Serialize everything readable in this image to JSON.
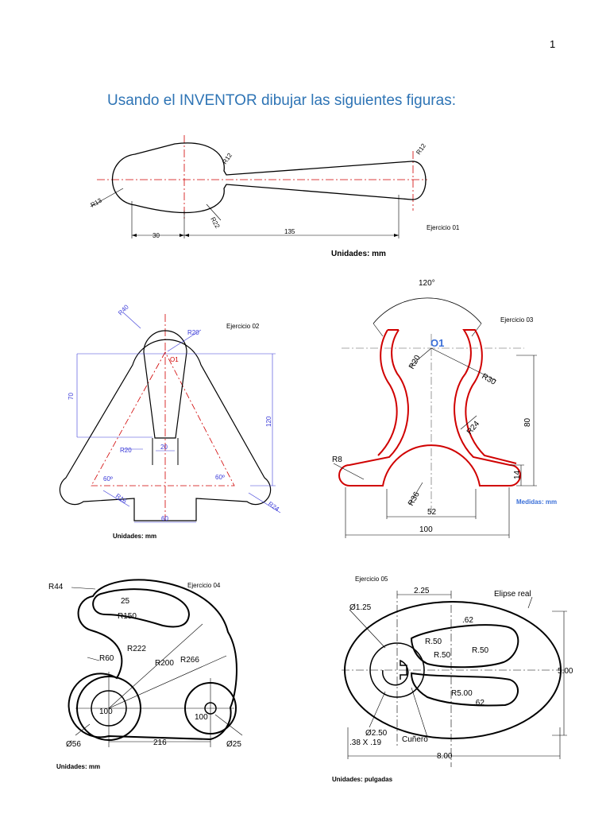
{
  "page": {
    "number": "1",
    "heading": "Usando el INVENTOR dibujar las siguientes figuras:"
  },
  "ex1": {
    "title": "Ejercicio 01",
    "units": "Unidades: mm",
    "r12a": "R12",
    "r12b": "R12",
    "r13": "R13",
    "r22": "R22",
    "d30": "30",
    "d135": "135"
  },
  "ex2": {
    "title": "Ejercicio 02",
    "units": "Unidades: mm",
    "r40": "R40",
    "r20top": "R20",
    "o1": "O1",
    "d70": "70",
    "d120": "120",
    "r20": "R20",
    "d20": "20",
    "a60l": "60º",
    "a60r": "60º",
    "r16": "R16",
    "r24": "R24",
    "d60": "60"
  },
  "ex3": {
    "title": "Ejercicio 03",
    "units": "Medidas: mm",
    "angle": "120°",
    "o1": "O1",
    "r20": "R20",
    "r30": "R30",
    "r24": "R24",
    "d80": "80",
    "r8": "R8",
    "d14": "14",
    "r36": "R36",
    "d52": "52",
    "d100": "100"
  },
  "ex4": {
    "title": "Ejercicio 04",
    "units": "Unidades: mm",
    "r44": "R44",
    "d25": "25",
    "r150": "R150",
    "r222": "R222",
    "r60": "R60",
    "r200": "R200",
    "r266": "R266",
    "d100a": "100",
    "d100b": "100",
    "o56": "Ø56",
    "d216": "216",
    "o25": "Ø25"
  },
  "ex5": {
    "title": "Ejercicio 05",
    "units": "Unidades: pulgadas",
    "d225": "2.25",
    "elipse": "Elipse real",
    "o125": "Ø1.25",
    "d62a": ".62",
    "r50a": "R.50",
    "r50b": "R.50",
    "r50c": "R.50",
    "r500": "R5.00",
    "d62b": ".62",
    "d500": "5.00",
    "o250": "Ø2.50",
    "key": ".38 X .19",
    "cunero": "Cuñero",
    "d800": "8.00"
  }
}
